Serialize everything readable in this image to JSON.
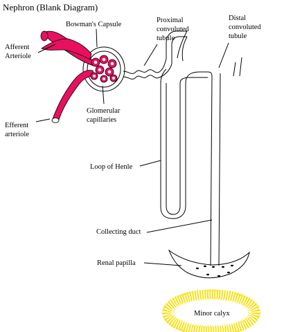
{
  "title": "Nephron (Blank Diagram)",
  "labels": {
    "bowmans_capsule": "Bowman's Capsule",
    "afferent_1": "Afferent",
    "afferent_2": "Arteriole",
    "efferent_1": "Efferent",
    "efferent_2": "arteriole",
    "glomerular_1": "Glomerular",
    "glomerular_2": "capillaries",
    "proximal_1": "Proximal",
    "proximal_2": "convoluted",
    "proximal_3": "tubule",
    "distal_1": "Distal",
    "distal_2": "convoluted",
    "distal_3": "tubule",
    "loop_of_henle": "Loop of Henle",
    "collecting_duct": "Collecting duct",
    "renal_papilla": "Renal papilla",
    "minor_calyx": "Minor calyx"
  },
  "colors": {
    "vessel": "#e8105f",
    "calyx": "#f5e21a",
    "line": "#000000",
    "background": "#ffffff"
  }
}
